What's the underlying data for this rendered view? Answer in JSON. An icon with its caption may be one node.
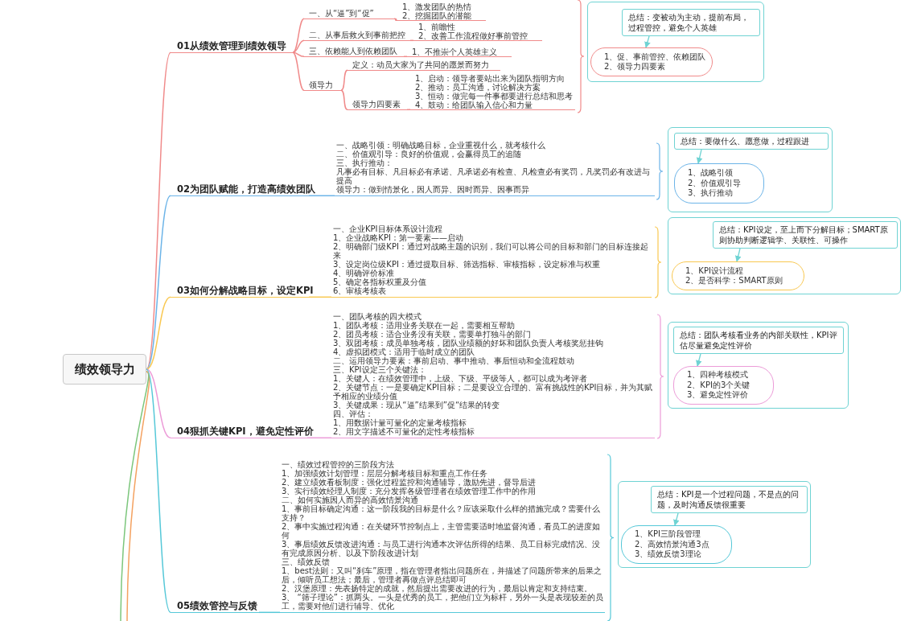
{
  "diagram": {
    "nodes": [
      {
        "text": [
          "绩效领导力"
        ]
      },
      {
        "text": [
          "01从绩效管理到绩效领导"
        ]
      },
      {
        "text": [
          "一、从“逼”到“促”"
        ]
      },
      {
        "text": [
          "1、激发团队的热情",
          "2、挖掘团队的潜能"
        ]
      },
      {
        "text": [
          "二、从事后救火到事前把控"
        ]
      },
      {
        "text": [
          "1、前瞻性",
          "2、改善工作流程做好事前管控"
        ]
      },
      {
        "text": [
          "三、依赖能人到依赖团队"
        ]
      },
      {
        "text": [
          "1、不推崇个人英雄主义"
        ]
      },
      {
        "text": [
          "领导力"
        ]
      },
      {
        "text": [
          "定义：动员大家为了共同的愿景而努力"
        ]
      },
      {
        "text": [
          "领导力四要素"
        ]
      },
      {
        "text": [
          "1、启动：领导者要站出来为团队指明方向",
          "2、推动：员工沟通，讨论解决方案",
          "3、恒动：做完每一件事都要进行总结和思考",
          "4、鼓动：给团队输入信心和力量"
        ]
      },
      {
        "text": [],
        "shape": "box"
      },
      {
        "text": [
          "总结：变被动为主动，提前布局，过程管控，避免个人英雄"
        ],
        "in": 12
      },
      {
        "text": [
          "1、促、事前管控、依赖团队",
          "2、领导力四要素"
        ],
        "in": 12
      },
      {
        "text": [
          "02为团队赋能，打造高绩效团队"
        ]
      },
      {
        "text": [
          "一、战略引领：明确战略目标，企业重视什么，就考核什么",
          "二、价值观引导：良好的价值观，会赢得员工的追随",
          "三、执行推动：",
          "凡事必有目标、凡目标必有承诺、凡承诺必有检查、凡检查必有奖罚，凡奖罚必有改进与提高",
          "领导力：做到情景化，因人而异、因时而异、因事而异"
        ]
      },
      {
        "text": [],
        "shape": "box"
      },
      {
        "text": [
          "总结：要做什么、愿意做，过程跟进"
        ],
        "in": 17
      },
      {
        "text": [
          "1、战略引领",
          "2、价值观引导",
          "3、执行推动"
        ],
        "in": 17
      },
      {
        "text": [
          "03如何分解战略目标，设定KPI"
        ]
      },
      {
        "text": [
          "一、企业KPI目标体系设计流程",
          "1、企业战略KPI：第一要素——启动",
          "2、明确部门级KPI：通过对战略主题的识别，我们可以将公司的目标和部门的目标连接起来",
          "3、设定岗位级KPI：通过提取目标、筛选指标、审核指标，设定标准与权重",
          "4、明确评价标准",
          "5、确定各指标权重及分值",
          "6、审核考核表"
        ]
      },
      {
        "text": [],
        "shape": "box"
      },
      {
        "text": [
          "总结：KPI设定，至上而下分解目标；SMART原则协助判断逻辑学、关联性、可操作"
        ],
        "in": 22
      },
      {
        "text": [
          "1、KPI设计流程",
          "2、是否科学：SMART原则"
        ],
        "in": 22
      },
      {
        "text": [
          "04狠抓关键KPI，避免定性评价"
        ]
      },
      {
        "text": [
          "一、团队考核的四大模式",
          "1、团队考核：适用业务关联在一起，需要相互帮助",
          "2、团员考核：适合业务没有关联，需要单打独斗的部门",
          "3、双团考核：成员单独考核，团队业绩额的好坏和团队负责人考核奖惩挂钩",
          "4、虚拟团模式：适用于临时成立的团队",
          "二、运用领导力要素：事前启动、事中推动、事后恒动和全流程鼓动",
          "三、KPI设定三个关键法：",
          "1、关键人：在绩效管理中，上级、下级、平级等人，都可以成为考评者",
          "2、关键节点：一是要确定KPI目标；二是要设立合理的、富有挑战性的KPI目标，并为其赋予相应的业绩分值",
          "3、关键成果：现从“逼”结果到”促“结果的转变",
          "四、评估：",
          "1、用数据计量可量化的定量考核指标",
          "2、用文字描述不可量化的定性考核指标"
        ]
      },
      {
        "text": [],
        "shape": "box"
      },
      {
        "text": [
          "总结：团队考核看业务的内部关联性，KPI评估尽量避免定性评价"
        ],
        "in": 27
      },
      {
        "text": [
          "1、四种考核模式",
          "2、KPI的3个关键",
          "3、避免定性评价"
        ],
        "in": 27
      },
      {
        "text": [
          "05绩效管控与反馈"
        ]
      },
      {
        "text": [
          "一、绩效过程管控的三阶段方法",
          "1、加强绩效计划管理：层层分解考核目标和重点工作任务",
          "2、建立绩效看板制度：强化过程监控和沟通辅导，激励先进，督导后进",
          "3、实行绩效经理人制度：充分发挥各级管理者在绩效管理工作中的作用",
          "二、如何实施因人而异的高效情景沟通",
          "1、事前目标确定沟通：这一阶段我的目标是什么？应该采取什么样的措施完成？需要什么支持？",
          "2、事中实施过程沟通：在关键环节控制点上，主管需要适时地监督沟通，看员工的进度如何",
          "3、事后绩效反馈改进沟通：与员工进行沟通本次评估所得的结果、员工目标完成情况、没有完成原因分析、以及下阶段改进计划",
          "三、绩效反馈",
          "1、best法则：又叫“刹车”原理，指在管理者指出问题所在，并描述了问题所带来的后果之后，倾听员工想法；最后，管理者再做点评总结即可",
          "2、汉堡原理：先表扬特定的成就，然后提出需要改进的行为，最后以肯定和支持结束。",
          "3、 “筛子理论”：抓两头。一头是优秀的员工，把他们立为标杆，另外一头是表现较差的员工，需要对他们进行辅导、优化"
        ]
      },
      {
        "text": [],
        "shape": "box"
      },
      {
        "text": [
          "总结：KPI是一个过程问题，不是点的问题，及时沟通反馈很重要"
        ],
        "in": 32
      },
      {
        "text": [
          "1、KPI三阶段管理",
          "2、高效情景沟通3点",
          "3、绩效反馈3理论"
        ],
        "in": 32
      }
    ],
    "edges": [
      {
        "from": 0,
        "to": 1,
        "arrow": "none"
      },
      {
        "from": 1,
        "to": 2,
        "arrow": "none"
      },
      {
        "from": 2,
        "to": 3,
        "arrow": "none"
      },
      {
        "from": 1,
        "to": 4,
        "arrow": "none"
      },
      {
        "from": 4,
        "to": 5,
        "arrow": "none"
      },
      {
        "from": 1,
        "to": 6,
        "arrow": "none"
      },
      {
        "from": 6,
        "to": 7,
        "arrow": "none"
      },
      {
        "from": 1,
        "to": 8,
        "arrow": "none"
      },
      {
        "from": 8,
        "to": 9,
        "arrow": "none"
      },
      {
        "from": 8,
        "to": 10,
        "arrow": "none"
      },
      {
        "from": 10,
        "to": 11,
        "arrow": "none"
      },
      {
        "from": 0,
        "to": 15,
        "arrow": "none",
        "color": "#6cb4e8"
      },
      {
        "from": 15,
        "to": 16,
        "arrow": "none",
        "color": "#6cb4e8"
      },
      {
        "from": 0,
        "to": 20,
        "arrow": "none",
        "color": "#f9c851"
      },
      {
        "from": 20,
        "to": 21,
        "arrow": "none",
        "color": "#f9c851"
      },
      {
        "from": 0,
        "to": 25,
        "arrow": "none",
        "color": "#ec9bd8"
      },
      {
        "from": 25,
        "to": 26,
        "arrow": "none",
        "color": "#ec9bd8"
      },
      {
        "from": 0,
        "to": 30,
        "arrow": "none",
        "color": "#56c8d8"
      },
      {
        "from": 30,
        "to": 31,
        "arrow": "none",
        "color": "#56c8d8"
      },
      {
        "from": 13,
        "to": 14,
        "arrow": "to",
        "color": "#6fd3d3"
      },
      {
        "from": 18,
        "to": 19,
        "arrow": "to",
        "color": "#6fd3d3"
      },
      {
        "from": 23,
        "to": 24,
        "arrow": "to",
        "color": "#6fd3d3"
      },
      {
        "from": 28,
        "to": 29,
        "arrow": "to",
        "color": "#6fd3d3"
      },
      {
        "from": 33,
        "to": 34,
        "arrow": "to",
        "color": "#6fd3d3"
      }
    ]
  }
}
